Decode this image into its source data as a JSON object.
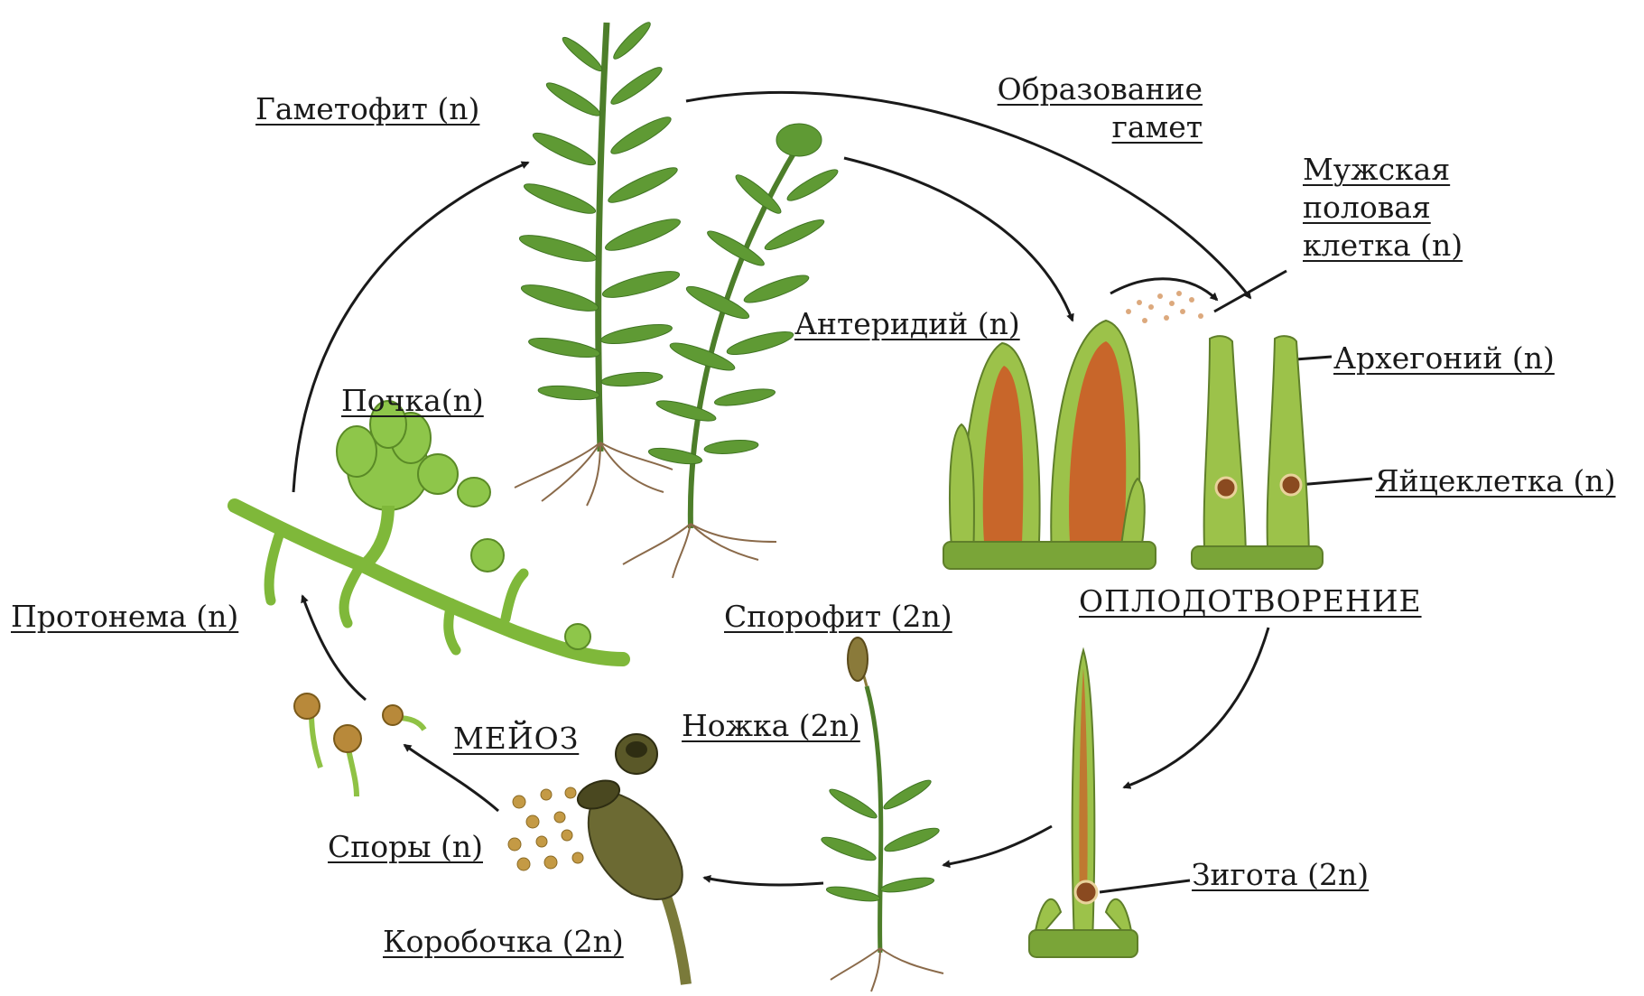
{
  "diagram": {
    "labels": {
      "gametophyte": "Гаметофит (n)",
      "gamete_formation": [
        "Образование",
        "гамет"
      ],
      "male_cell": [
        "Мужская",
        "половая",
        "клетка (n)"
      ],
      "antheridium": "Антеридий (n)",
      "archegonium": "Архегоний (n)",
      "egg_cell": "Яйцеклетка (n)",
      "bud": "Почка(n)",
      "protonema": "Протонема (n)",
      "fertilization": "ОПЛОДОТВОРЕНИЕ",
      "sporophyte": "Спорофит (2n)",
      "stalk": "Ножка (2n)",
      "meiosis": "МЕЙОЗ",
      "spores": "Споры (n)",
      "capsule": "Коробочка (2n)",
      "zygote": "Зигота (2n)"
    },
    "colors": {
      "arrow": "#1a1a1a",
      "leaf": "#5f9a34",
      "leaf_dark": "#3f7422",
      "cell_green": "#9cc24a",
      "cell_orange": "#c8662a",
      "spore": "#b8893a",
      "capsule": "#6c6a33",
      "root": "#8a6a4a"
    }
  }
}
